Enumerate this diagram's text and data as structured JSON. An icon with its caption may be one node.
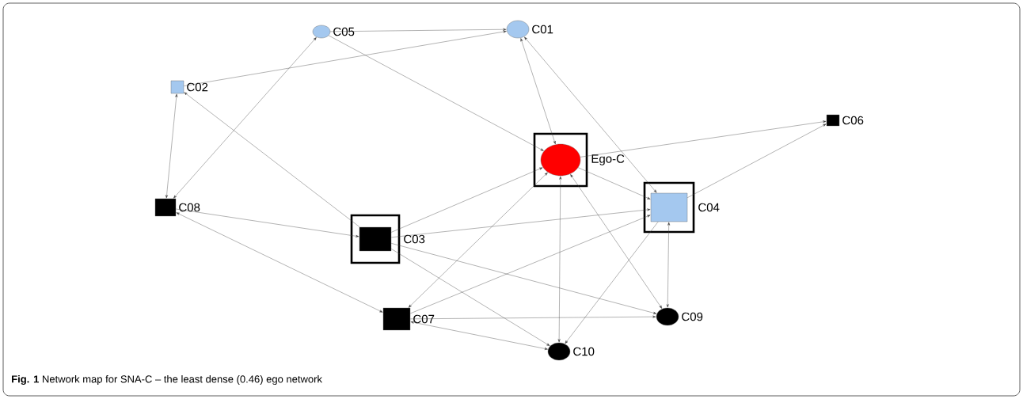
{
  "diagram": {
    "caption": "**Fig. 1** Network map for SNA-C – the least dense (0.46) ego network",
    "nodes": [
      {
        "text": [
          "C05"
        ]
      },
      {
        "text": [
          "C01"
        ]
      },
      {
        "text": [
          "C02"
        ]
      },
      {
        "text": [
          "C06"
        ]
      },
      {
        "text": [
          "Ego-C"
        ]
      },
      {
        "text": [
          "C08"
        ]
      },
      {
        "text": [
          "C04"
        ]
      },
      {
        "text": [
          "C03"
        ]
      },
      {
        "text": [
          "C07"
        ]
      },
      {
        "text": [
          "C09"
        ]
      },
      {
        "text": [
          "C10"
        ]
      }
    ],
    "edges": [
      {
        "from": 0,
        "to": 1,
        "arrow": "to"
      },
      {
        "from": 2,
        "to": 1,
        "arrow": "to"
      },
      {
        "from": 0,
        "to": 4,
        "arrow": "to"
      },
      {
        "from": 5,
        "to": 0,
        "arrow": "both"
      },
      {
        "from": 2,
        "to": 5,
        "arrow": "both"
      },
      {
        "from": 7,
        "to": 2,
        "arrow": "to"
      },
      {
        "from": 1,
        "to": 4,
        "arrow": "both"
      },
      {
        "from": 6,
        "to": 1,
        "arrow": "both"
      },
      {
        "from": 4,
        "to": 3,
        "arrow": "to"
      },
      {
        "from": 6,
        "to": 3,
        "arrow": "to"
      },
      {
        "from": 4,
        "to": 6,
        "arrow": "to"
      },
      {
        "from": 5,
        "to": 7,
        "arrow": "to"
      },
      {
        "from": 5,
        "to": 8,
        "arrow": "both"
      },
      {
        "from": 7,
        "to": 4,
        "arrow": "to"
      },
      {
        "from": 7,
        "to": 6,
        "arrow": "to"
      },
      {
        "from": 7,
        "to": 9,
        "arrow": "to"
      },
      {
        "from": 7,
        "to": 10,
        "arrow": "to"
      },
      {
        "from": 8,
        "to": 4,
        "arrow": "both"
      },
      {
        "from": 8,
        "to": 6,
        "arrow": "to"
      },
      {
        "from": 8,
        "to": 9,
        "arrow": "to"
      },
      {
        "from": 8,
        "to": 10,
        "arrow": "both"
      },
      {
        "from": 4,
        "to": 10,
        "arrow": "both"
      },
      {
        "from": 4,
        "to": 9,
        "arrow": "both"
      },
      {
        "from": 6,
        "to": 9,
        "arrow": "both"
      },
      {
        "from": 6,
        "to": 10,
        "arrow": "to"
      }
    ]
  }
}
